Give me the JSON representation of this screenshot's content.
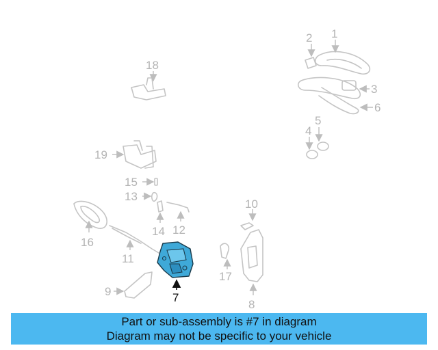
{
  "callouts": {
    "c1": "1",
    "c2": "2",
    "c3": "3",
    "c4": "4",
    "c5": "5",
    "c6": "6",
    "c7": "7",
    "c8": "8",
    "c9": "9",
    "c10": "10",
    "c11": "11",
    "c12": "12",
    "c13": "13",
    "c14": "14",
    "c15": "15",
    "c16": "16",
    "c17": "17",
    "c18": "18",
    "c19": "19"
  },
  "highlight": {
    "part": "7",
    "color": "#3fa9d8"
  },
  "banner": {
    "line1": "Part or sub-assembly is #7 in diagram",
    "line2": "Diagram may not be specific to your vehicle",
    "background": "#4cb8f0"
  }
}
